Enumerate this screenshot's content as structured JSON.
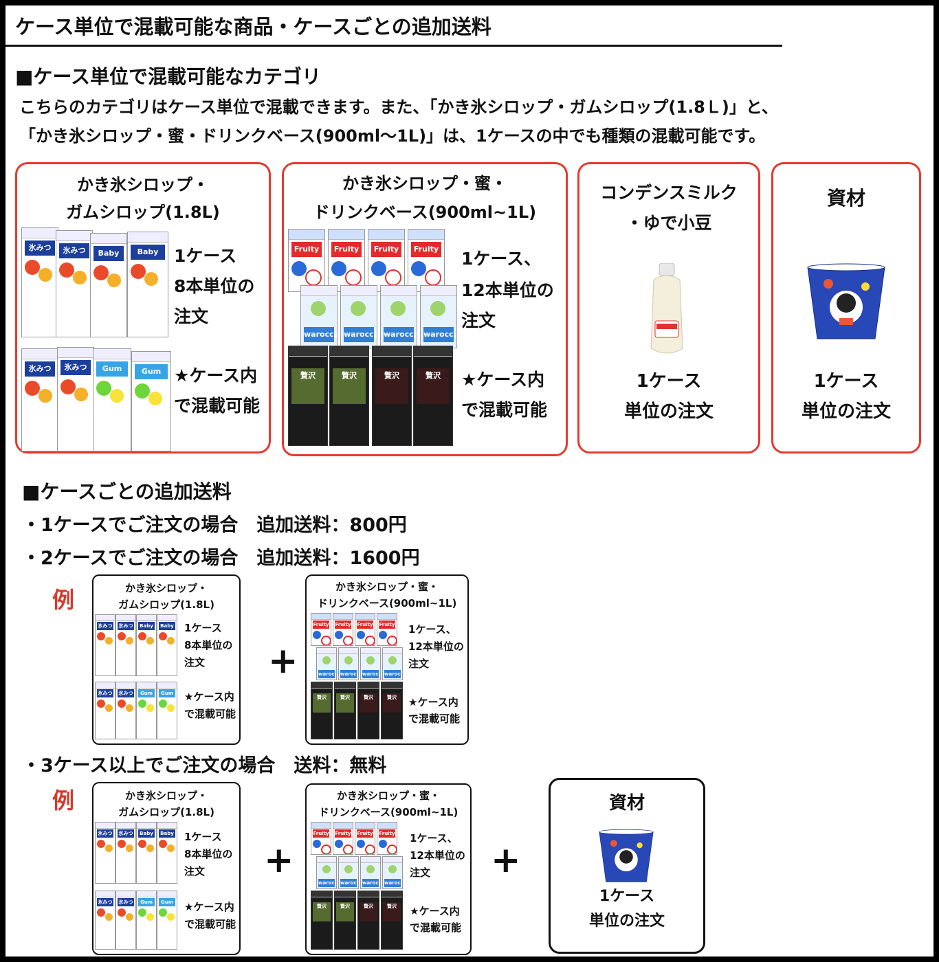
{
  "title": "ケース単位で混載可能な商品・ケースごとの追加送料",
  "section1": {
    "heading": "■ケース単位で混載可能なカテゴリ",
    "desc_line1": "こちらのカテゴリはケース単位で混載できます。また、「かき氷シロップ・ガムシロップ(1.8Ｌ)」と、",
    "desc_line2": "「かき氷シロップ・蜜・ドリンクベース(900ml～1L)」は、1ケースの中でも種類の混載可能です。",
    "cards": [
      {
        "title1": "かき氷シロップ・",
        "title2": "ガムシロップ(1.8L)",
        "text1": "1ケース",
        "text2": "8本単位の",
        "text3": "注文",
        "text4": "★ケース内",
        "text5": "で混載可能"
      },
      {
        "title1": "かき氷シロップ・蜜・",
        "title2": "ドリンクベース(900ml~1L)",
        "text1": "1ケース、",
        "text2": "12本単位の",
        "text3": "注文",
        "text4": "★ケース内",
        "text5": "で混載可能"
      },
      {
        "title1": "コンデンスミルク",
        "title2": "・ゆで小豆",
        "text1": "1ケース",
        "text2": "単位の注文"
      },
      {
        "title1": "資材",
        "text1": "1ケース",
        "text2": "単位の注文"
      }
    ],
    "pack_labels": {
      "kori": "氷みつ",
      "baby": "Baby",
      "gum": "Gum",
      "fruity": "Fruity",
      "waro": "warocca",
      "black": "贅沢"
    }
  },
  "section2": {
    "heading": "■ケースごとの追加送料",
    "line1": "・1ケースでご注文の場合　追加送料：800円",
    "line2": "・2ケースでご注文の場合　追加送料：1600円",
    "line3": "・3ケース以上でご注文の場合　送料：無料",
    "example_label": "例",
    "plus": "+",
    "ex_card_a": {
      "title1": "かき氷シロップ・",
      "title2": "ガムシロップ(1.8L)",
      "text1": "1ケース",
      "text2": "8本単位の",
      "text3": "注文",
      "text4": "★ケース内",
      "text5": "で混載可能"
    },
    "ex_card_b": {
      "title1": "かき氷シロップ・蜜・",
      "title2": "ドリンクベース(900ml~1L)",
      "text1": "1ケース、",
      "text2": "12本単位の",
      "text3": "注文",
      "text4": "★ケース内",
      "text5": "で混載可能"
    },
    "ex_card_c": {
      "title1": "資材",
      "text1": "1ケース",
      "text2": "単位の注文"
    }
  },
  "colors": {
    "accent_red": "#e53a2e",
    "example_red": "#d43a2c",
    "text": "#111111"
  }
}
